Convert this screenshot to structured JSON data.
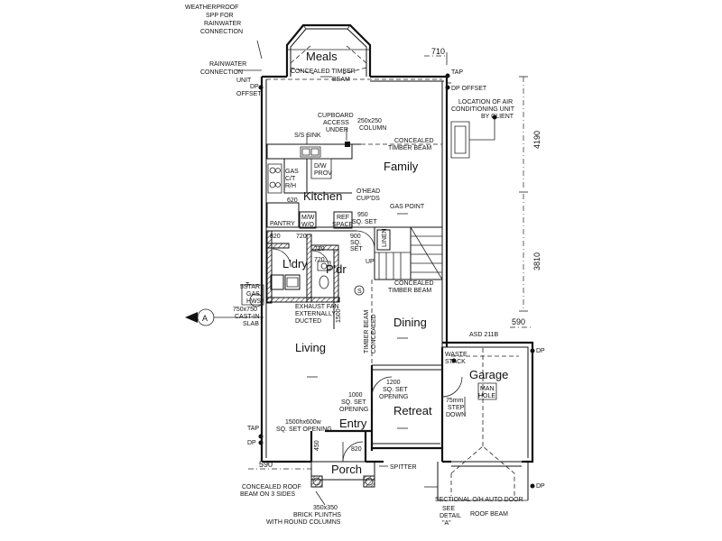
{
  "rooms": {
    "meals": "Meals",
    "family": "Family",
    "kitchen": "Kitchen",
    "laundry": "L'dry",
    "powder": "P'dr",
    "living": "Living",
    "dining": "Dining",
    "garage": "Garage",
    "retreat": "Retreat",
    "entry": "Entry",
    "porch": "Porch",
    "pantry": "PANTRY",
    "linen": "LINEN"
  },
  "notes": {
    "weatherproof_1": "WEATHERPROOF",
    "weatherproof_2": "SPP FOR",
    "weatherproof_3": "RAINWATER",
    "weatherproof_4": "CONNECTION",
    "rainwater_1": "RAINWATER",
    "rainwater_2": "CONNECTION",
    "rainwater_3": "UNIT",
    "dp_offset_left_1": "DP",
    "dp_offset_left_2": "OFFSET",
    "tap_top": "TAP",
    "dp_offset_right": "DP OFFSET",
    "aircon_1": "LOCATION OF AIR",
    "aircon_2": "CONDITIONING UNIT",
    "aircon_3": "BY CLIENT",
    "concealed_beam_meals_1": "CONCEALED TIMBER",
    "concealed_beam_meals_2": "BEAM",
    "cupboard_1": "CUPBOARD",
    "cupboard_2": "ACCESS",
    "cupboard_3": "UNDER",
    "column_1": "250x250",
    "column_2": "COLUMN",
    "ss_sink": "S/S SINK",
    "concealed_beam_family_1": "CONCEALED",
    "concealed_beam_family_2": "TIMBER BEAM",
    "dw": "D/W",
    "prov": "PROV",
    "gas_1": "GAS",
    "gas_2": "C/T",
    "gas_3": "R/H",
    "n620": "620",
    "ohead_1": "O'HEAD",
    "ohead_2": "CUP'DS",
    "mw_1": "M/W",
    "mw_2": "W/O",
    "ref_1": "REF",
    "ref_2": "SPACE",
    "sq_set_950_1": "950",
    "sq_set_950_2": "SQ. SET",
    "gas_point": "GAS POINT",
    "n820": "820",
    "n720_a": "720",
    "n720_b": "720",
    "n720_c": "720",
    "sq_set_900_1": "900",
    "sq_set_900_2": "SQ.",
    "sq_set_900_3": "SET",
    "up": "UP",
    "star_gas_1": "5STAR",
    "star_gas_2": "GAS",
    "star_gas_3": "HWS",
    "slab_1": "750x750",
    "slab_2": "CAST-IN",
    "slab_3": "SLAB",
    "exhaust_1": "EXHAUST FAN",
    "exhaust_2": "EXTERNALLY",
    "exhaust_3": "DUCTED",
    "n1500": "1500",
    "concealed_beam_stair_1": "CONCEALED",
    "concealed_beam_stair_2": "TIMBER BEAM",
    "timber_beam_1": "TIMBER BEAM",
    "timber_beam_2": "CONCEALED",
    "n590_right": "590",
    "asd": "ASD 211B",
    "waste_1": "WASTE",
    "waste_2": "STACK",
    "dp_garage_top": "DP",
    "man_1": "MAN",
    "man_2": "HOLE",
    "step_1": "75mm",
    "step_2": "STEP",
    "step_3": "DOWN",
    "sq_1200_1": "1200",
    "sq_1200_2": "SQ. SET",
    "sq_1200_3": "OPENING",
    "sq_1000_1": "1000",
    "sq_1000_2": "SQ. SET",
    "sq_1000_3": "OPENING",
    "sq_1500_1": "1500hx600w",
    "sq_1500_2": "SQ. SET OPENING",
    "tap_bottom": "TAP",
    "dp_bottom_left": "DP",
    "n450": "450",
    "n820_entry": "820",
    "spitter": "SPITTER",
    "n590_left": "590",
    "concealed_roof_1": "CONCEALED ROOF",
    "concealed_roof_2": "BEAM ON 3 SIDES",
    "plinth_1": "350x350",
    "plinth_2": "BRICK PLINTHS",
    "plinth_3": "WITH ROUND COLUMNS",
    "sectional_door": "SECTIONAL O/H AUTO DOOR",
    "see_1": "SEE",
    "see_2": "DETAIL",
    "see_3": "\"A\"",
    "roof_beam": "ROOF BEAM",
    "dp_garage_bottom": "DP",
    "dim_710": "710",
    "dim_4190": "4190",
    "dim_3810": "3810",
    "marker_a": "A",
    "marker_s": "S",
    "marker_t": "T"
  }
}
